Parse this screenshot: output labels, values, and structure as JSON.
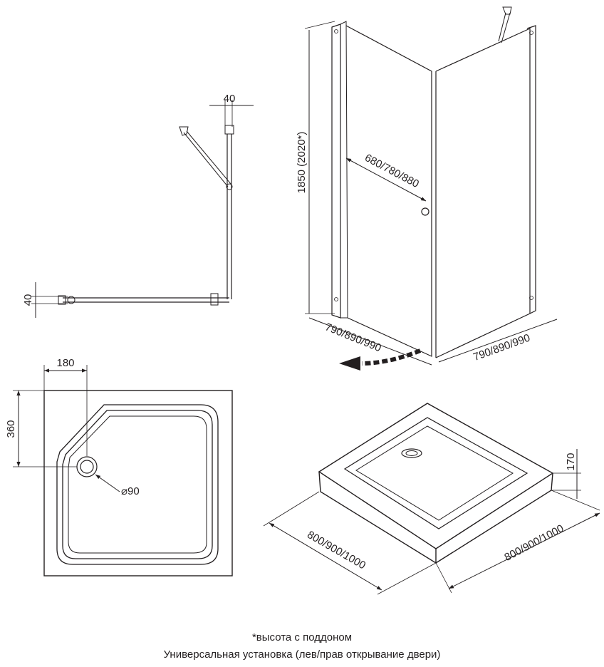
{
  "plan_view": {
    "dim_width_top": "40",
    "dim_width_left": "40"
  },
  "enclosure_3d": {
    "height": "1850 (2020*)",
    "door_width": "680/780/880",
    "front_width": "790/890/990",
    "side_width": "790/890/990"
  },
  "tray_top_view": {
    "dim_offset_x": "180",
    "dim_offset_y": "360",
    "drain_diameter": "⌀90"
  },
  "tray_3d": {
    "height": "170",
    "width_left": "800/900/1000",
    "width_right": "800/900/1000"
  },
  "footer": {
    "note": "*высота с поддоном",
    "installation": "Универсальная установка (лев/прав открывание двери)"
  }
}
